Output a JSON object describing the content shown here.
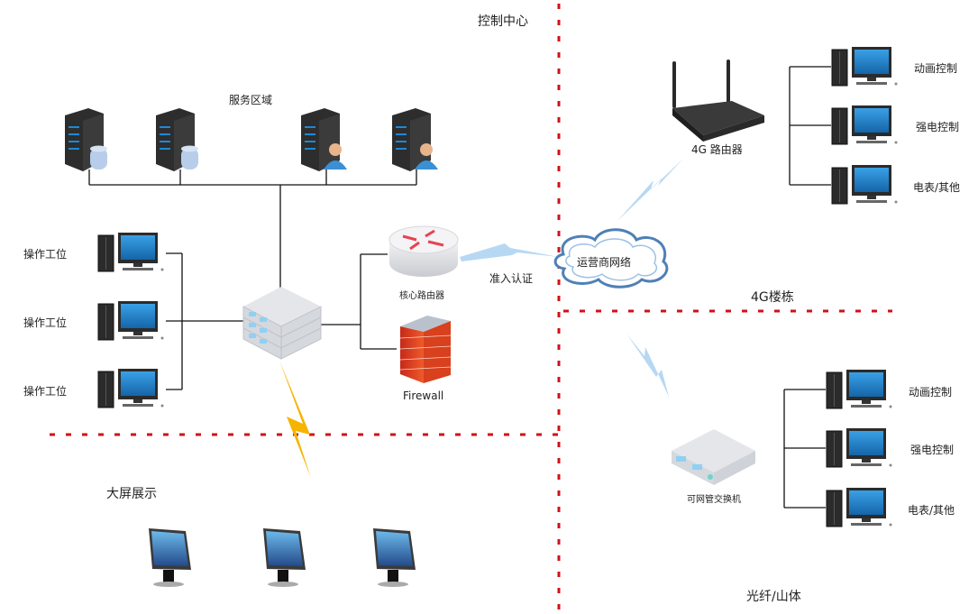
{
  "zones": {
    "control_center": "控制中心",
    "building_4g": "4G楼栋",
    "fiber_mountain": "光纤/山体",
    "big_screen": "大屏展示",
    "service_area": "服务区域"
  },
  "nodes": {
    "core_router": "核心路由器",
    "firewall": "Firewall",
    "carrier_network": "运营商网络",
    "access_auth": "准入认证",
    "router_4g": "4G 路由器",
    "managed_switch": "可网管交换机"
  },
  "workstations": [
    "操作工位",
    "操作工位",
    "操作工位"
  ],
  "building_4g_terminals": [
    "动画控制",
    "强电控制",
    "电表/其他"
  ],
  "fiber_terminals": [
    "动画控制",
    "强电控制",
    "电表/其他"
  ],
  "colors": {
    "zone_border": "#d0101a",
    "lightning_yellow": "#f5b400",
    "wireless_blue": "#a9d0f0",
    "screen_blue": "#1f7fc8"
  }
}
